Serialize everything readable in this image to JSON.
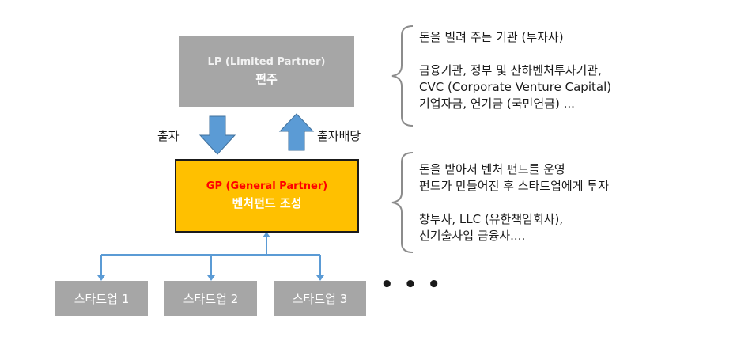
{
  "lp": {
    "title": "LP (Limited Partner)",
    "subtitle": "펀주"
  },
  "gp": {
    "title": "GP (General Partner)",
    "subtitle": "벤처펀드 조성"
  },
  "arrows": {
    "invest": "출자",
    "dividend": "출자배당"
  },
  "startups": [
    "스타트업 1",
    "스타트업 2",
    "스타트업 3"
  ],
  "ellipsis": "• • •",
  "lp_notes": [
    "돈을 빌려 주는 기관 (투자사)",
    "",
    "금융기관, 정부 및 산하벤처투자기관,",
    "CVC (Corporate Venture Capital)",
    "기업자금, 연기금 (국민연금) ..."
  ],
  "gp_notes": [
    "돈을 받아서 벤처 펀드를 운영",
    "펀드가 만들어진 후 스타트업에게 투자",
    "",
    "창투사, LLC (유한책임회사),",
    "신기술사업 금융사...."
  ],
  "colors": {
    "lp_fill": "#a6a6a6",
    "gp_fill": "#ffc000",
    "gp_title": "#ff0000",
    "arrow": "#5b9bd5",
    "connector": "#5b9bd5"
  }
}
